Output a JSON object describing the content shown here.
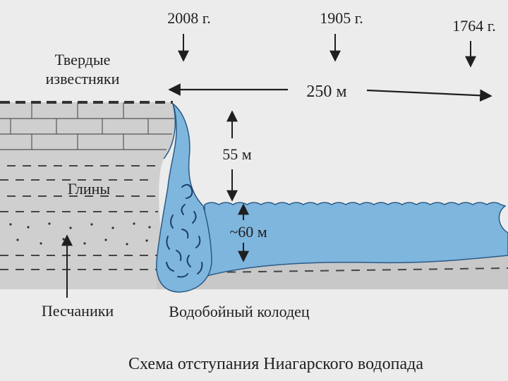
{
  "years": {
    "y2008": "2008 г.",
    "y1905": "1905 г.",
    "y1764": "1764 г."
  },
  "rocks": {
    "limestone_line1": "Твердые",
    "limestone_line2": "известняки",
    "clay": "Глины",
    "sandstone": "Песчаники"
  },
  "dimensions": {
    "retreat": "250 м",
    "fall_height": "55 м",
    "pool_depth": "~60 м"
  },
  "plunge_pool": "Водобойный колодец",
  "caption": "Схема отступания Ниагарского водопада",
  "colors": {
    "water": "#7eb6de",
    "rock": "#cfcfcf",
    "rock_dark": "#9b9b9b",
    "background": "#ececec",
    "ink": "#1f1f1f"
  }
}
